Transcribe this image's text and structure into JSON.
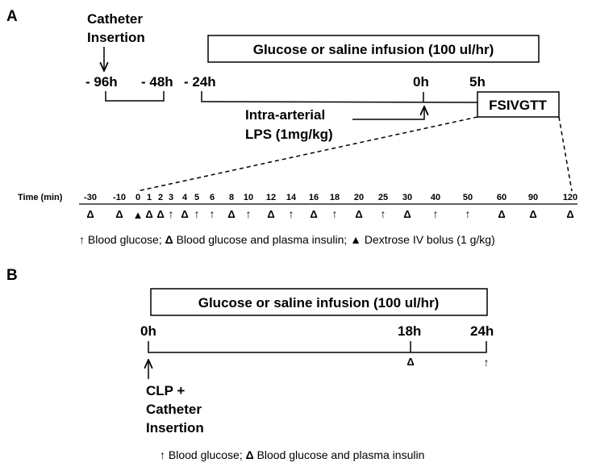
{
  "panel_a": {
    "label": "A",
    "catheter_label_line1": "Catheter",
    "catheter_label_line2": "Insertion",
    "infusion_label": "Glucose or saline infusion (100 ul/hr)",
    "times": {
      "t1": "- 96h",
      "t2": "- 48h",
      "t3": "- 24h",
      "t4": "0h",
      "t5": "5h"
    },
    "lps_line1": "Intra-arterial",
    "lps_line2": "LPS (1mg/kg)",
    "fsivgtt_label": "FSIVGTT",
    "time_axis_label": "Time (min)",
    "ticks": [
      "-30",
      "-10",
      "0",
      "1",
      "2",
      "3",
      "4",
      "5",
      "6",
      "8",
      "10",
      "12",
      "14",
      "16",
      "18",
      "20",
      "25",
      "30",
      "40",
      "50",
      "60",
      "90",
      "120"
    ],
    "markers": [
      "Δ",
      "Δ",
      "▲",
      "Δ",
      "Δ",
      "↑",
      "Δ",
      "↑",
      "↑",
      "Δ",
      "↑",
      "Δ",
      "↑",
      "Δ",
      "↑",
      "Δ",
      "↑",
      "Δ",
      "↑",
      "↑",
      "Δ",
      "Δ",
      "Δ"
    ],
    "legend": {
      "arrow_symbol": "↑",
      "arrow_text": " Blood glucose; ",
      "delta_symbol": "Δ",
      "delta_text": " Blood glucose and plasma insulin; ",
      "bolus_symbol": "▲",
      "bolus_text": " Dextrose IV bolus (1 g/kg)"
    }
  },
  "panel_b": {
    "label": "B",
    "infusion_label": "Glucose or saline infusion (100 ul/hr)",
    "times": {
      "t1": "0h",
      "t2": "18h",
      "t3": "24h"
    },
    "event_line1": "CLP +",
    "event_line2": "Catheter",
    "event_line3": "Insertion",
    "marker_18h": "Δ",
    "marker_24h": "↑",
    "legend": {
      "arrow_symbol": "↑",
      "arrow_text": " Blood glucose; ",
      "delta_symbol": "Δ",
      "delta_text": " Blood glucose and plasma insulin"
    }
  }
}
